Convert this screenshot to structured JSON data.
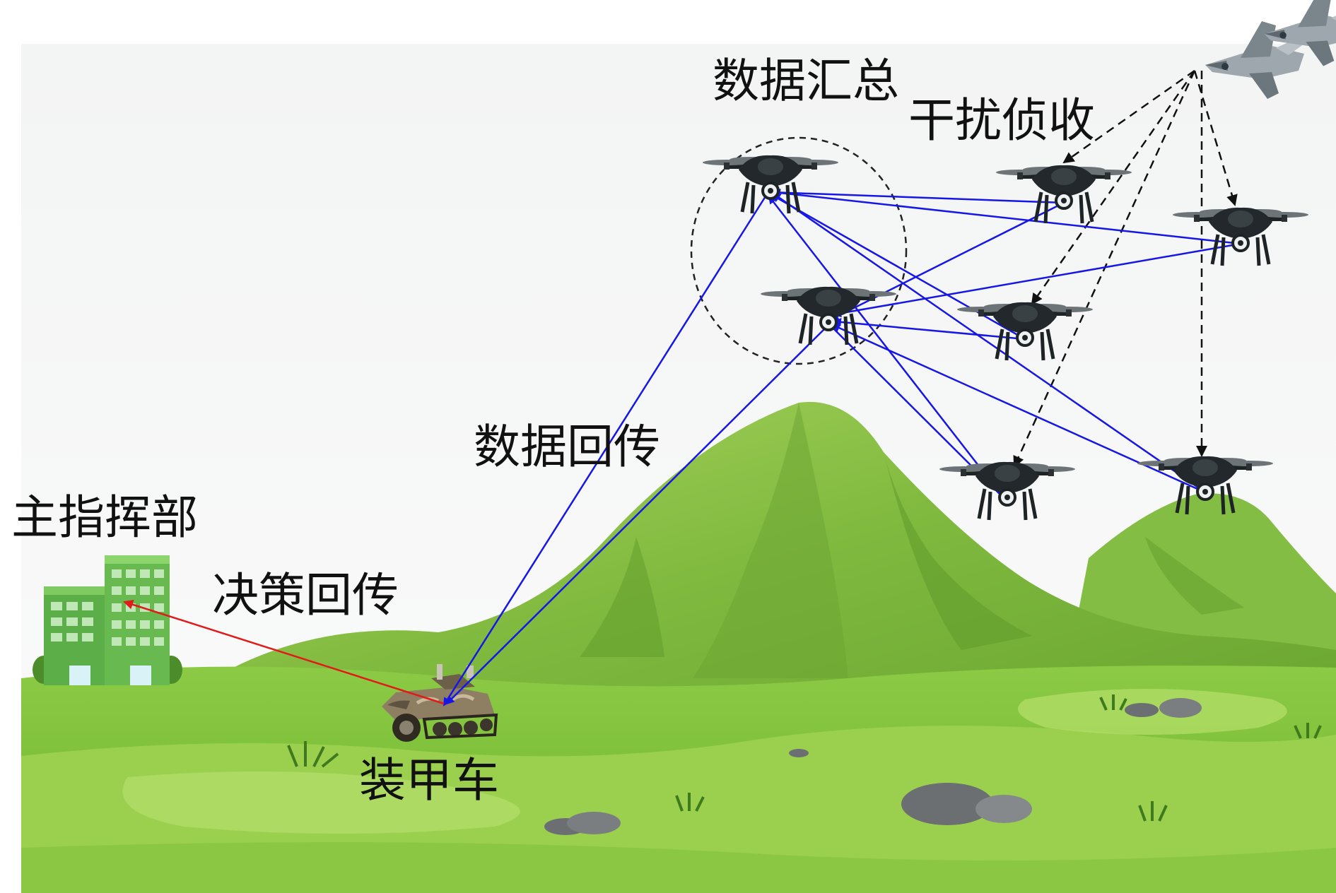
{
  "labels": {
    "command": "主指挥部",
    "decision_return": "决策回传",
    "armored_vehicle": "装甲车",
    "data_return": "数据回传",
    "data_aggregation": "数据汇总",
    "jamming_reconnaissance": "干扰侦收"
  },
  "colors": {
    "sky": "#f4f5f5",
    "mountain": "#8cc047",
    "mountain_dark": "#5f9a2c",
    "grass": "#7cbf3a",
    "grass_light": "#a6d45a",
    "data_link": "#1616e6",
    "decision_link": "#e11a1a",
    "control_link": "#111111"
  },
  "icons": {
    "building": "building-icon",
    "vehicle": "armored-vehicle-icon",
    "drone": "drone-icon",
    "fighter": "fighter-jet-icon"
  }
}
